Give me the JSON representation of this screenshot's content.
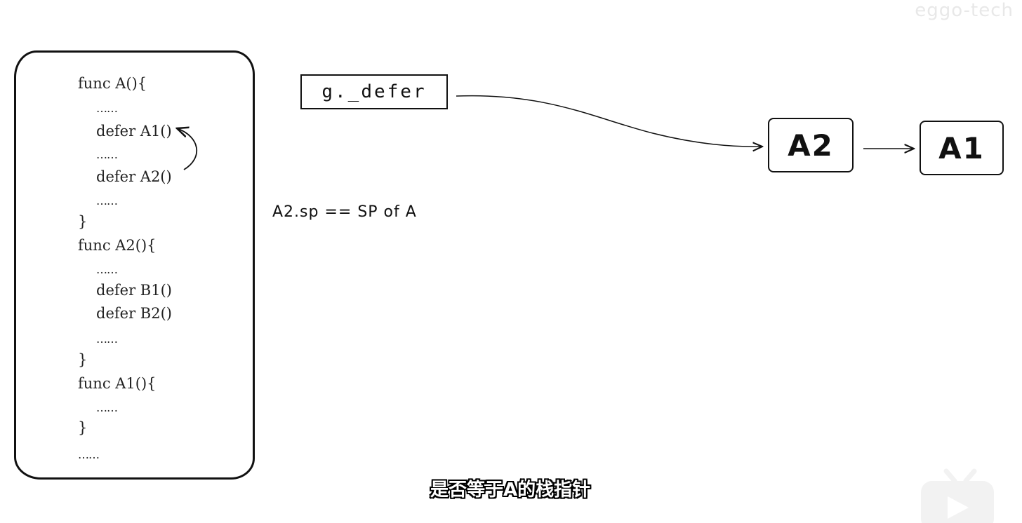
{
  "watermark": "eggo-tech",
  "code_lines": [
    {
      "text": "func A(){",
      "indent": 0
    },
    {
      "text": "……",
      "indent": 1
    },
    {
      "text": "defer A1()",
      "indent": 1
    },
    {
      "text": "……",
      "indent": 1
    },
    {
      "text": "defer A2()",
      "indent": 1
    },
    {
      "text": "……",
      "indent": 1
    },
    {
      "text": "}",
      "indent": 0
    },
    {
      "text": "func A2(){",
      "indent": 0
    },
    {
      "text": "……",
      "indent": 1
    },
    {
      "text": "defer B1()",
      "indent": 1
    },
    {
      "text": "defer B2()",
      "indent": 1
    },
    {
      "text": "……",
      "indent": 1
    },
    {
      "text": "}",
      "indent": 0
    },
    {
      "text": "func A1(){",
      "indent": 0
    },
    {
      "text": "……",
      "indent": 1
    },
    {
      "text": "}",
      "indent": 0
    },
    {
      "text": "……",
      "indent": 0
    }
  ],
  "g_defer_label": "g._defer",
  "nodes": {
    "a2": "A2",
    "a1": "A1"
  },
  "note": "A2.sp == SP of A",
  "subtitle": "是否等于A的栈指针"
}
